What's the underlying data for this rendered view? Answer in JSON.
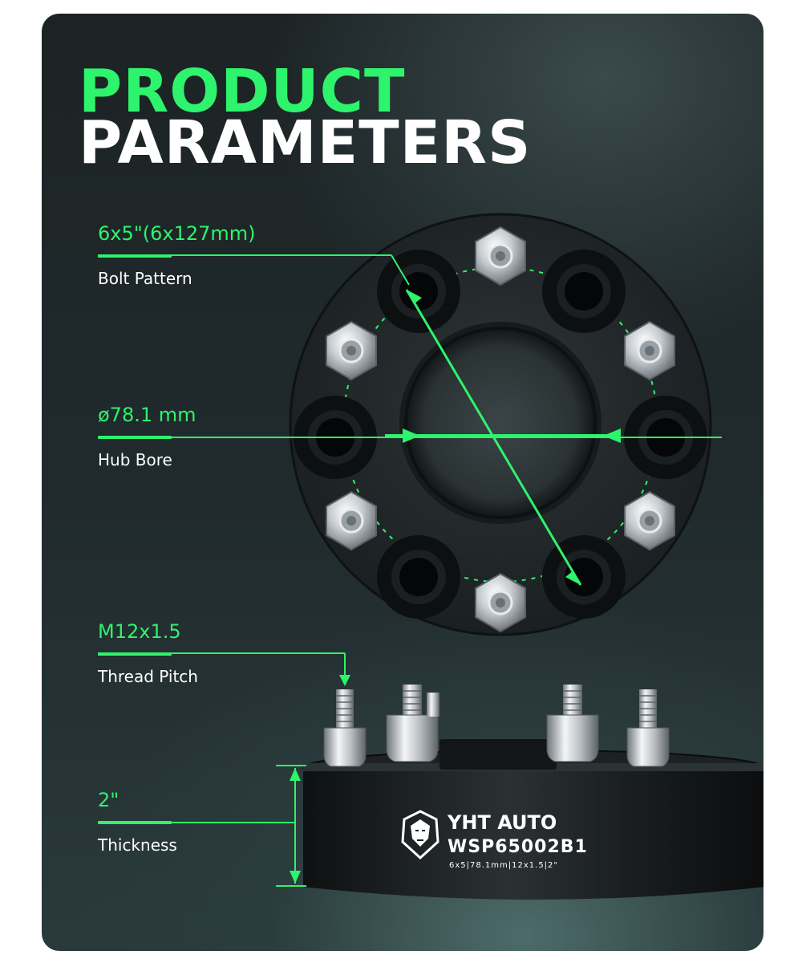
{
  "title": {
    "line1": "PRODUCT",
    "line2": "PARAMETERS"
  },
  "specs": [
    {
      "value": "6x5\"(6x127mm)",
      "label": "Bolt Pattern"
    },
    {
      "value": "ø78.1 mm",
      "label": "Hub Bore"
    },
    {
      "value": "M12x1.5",
      "label": "Thread Pitch"
    },
    {
      "value": "2\"",
      "label": "Thickness"
    }
  ],
  "product": {
    "brand": "YHT AUTO",
    "model": "WSP65002B1",
    "spec_line": "6x5|78.1mm|12x1.5|2\""
  },
  "colors": {
    "accent": "#2ef36d",
    "background": "#1e2628",
    "text": "#ffffff"
  }
}
